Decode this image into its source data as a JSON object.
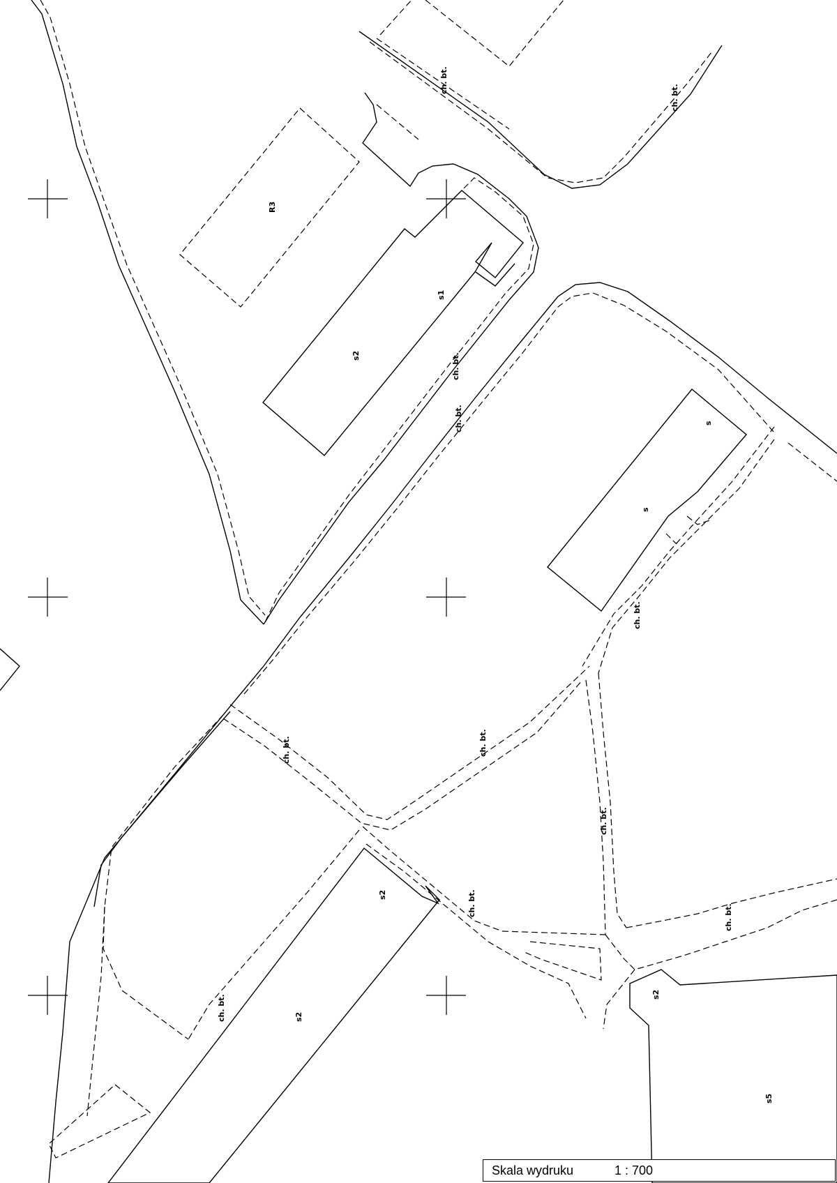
{
  "map": {
    "labels": {
      "road_label": "ch. bt.",
      "parcel_r3": "R3",
      "building_b2": "s2",
      "building_b1": "s1",
      "building_b3": "s",
      "building_b4": "s",
      "building_b5": "s2",
      "building_b6": "s2",
      "building_b7": "s2",
      "building_b8": "s5"
    }
  },
  "scale": {
    "label": "Skala wydruku",
    "value": "1 : 700"
  }
}
